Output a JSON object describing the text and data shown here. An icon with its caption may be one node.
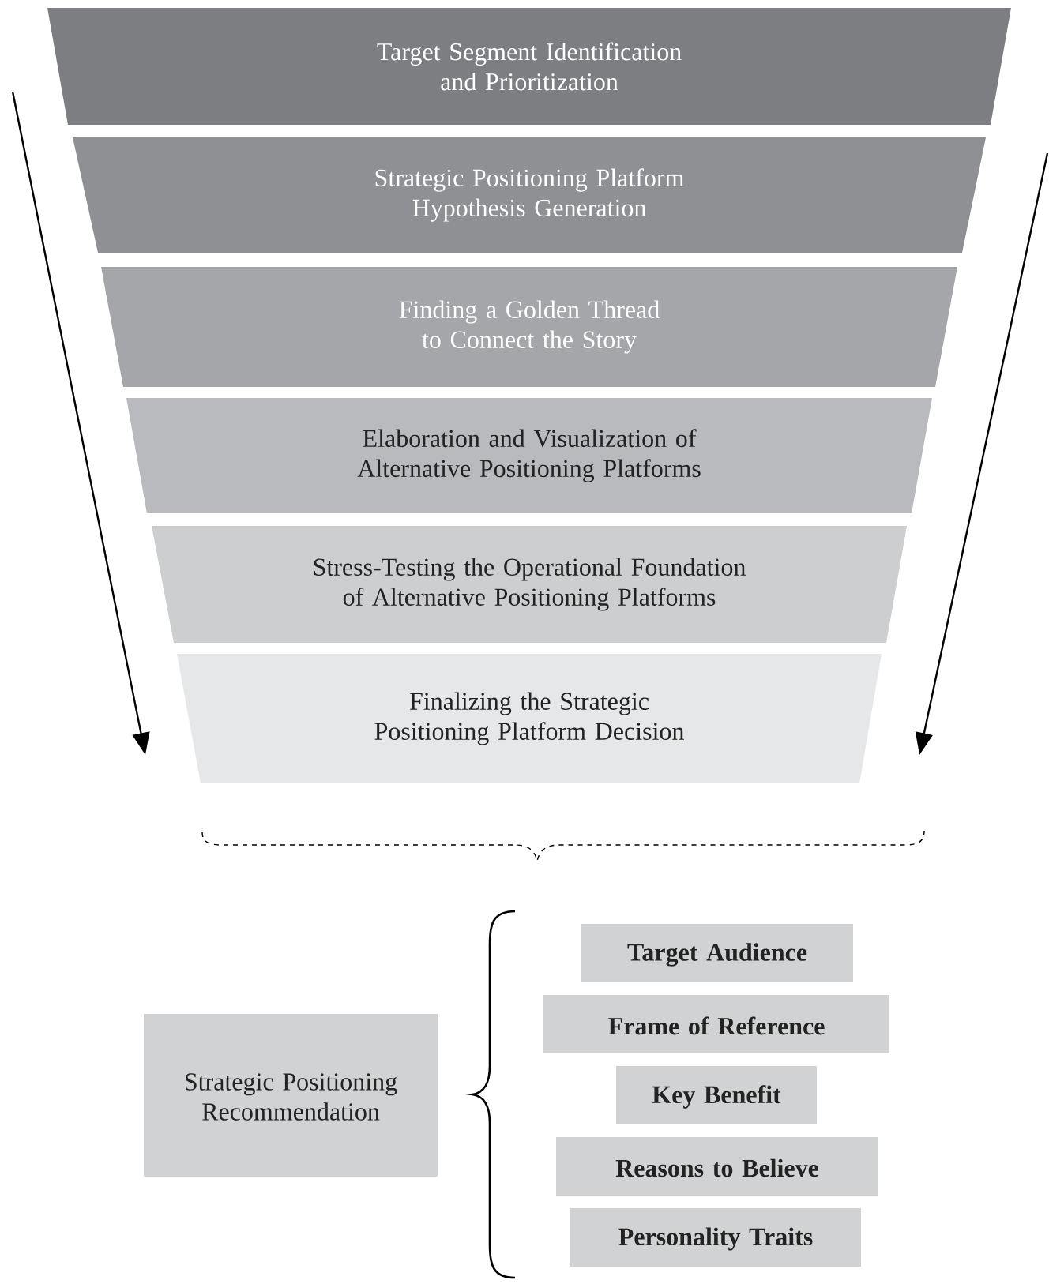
{
  "diagram": {
    "nodes": [
      {
        "text": [
          "Target Segment Identification and Prioritization"
        ]
      },
      {
        "text": [
          "Strategic Positioning Platform Hypothesis Generation"
        ]
      },
      {
        "text": [
          "Finding a Golden Thread to Connect the Story"
        ]
      },
      {
        "text": [
          "Elaboration and Visualization of Alternative Positioning Platforms"
        ]
      },
      {
        "text": [
          "Stress-Testing the Operational Foundation of Alternative Positioning Platforms"
        ]
      },
      {
        "text": [
          "Finalizing the Strategic Positioning Platform Decision"
        ]
      },
      {
        "text": [
          "Strategic Positioning Recommendation"
        ]
      },
      {
        "text": [
          "**Target Audience**"
        ]
      },
      {
        "text": [
          "**Frame of Reference**"
        ]
      },
      {
        "text": [
          "**Key Benefit**"
        ]
      },
      {
        "text": [
          "**Reasons to Believe**"
        ]
      },
      {
        "text": [
          "**Personality Traits**"
        ]
      }
    ]
  }
}
